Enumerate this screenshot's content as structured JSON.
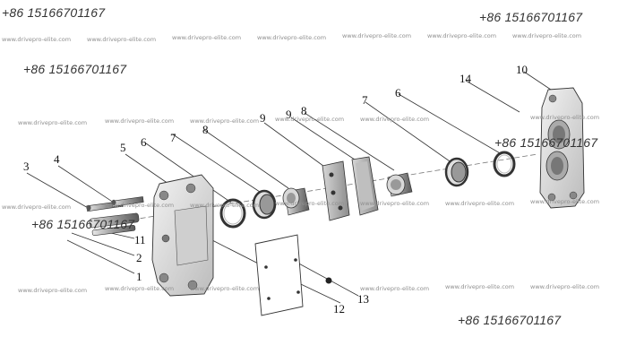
{
  "phone": "+86 15166701167",
  "watermark": "www.drivepro-elite.com",
  "callouts": [
    "1",
    "2",
    "3",
    "4",
    "5",
    "6",
    "7",
    "8",
    "9",
    "9",
    "8",
    "7",
    "6",
    "14",
    "10",
    "11",
    "12",
    "13"
  ]
}
